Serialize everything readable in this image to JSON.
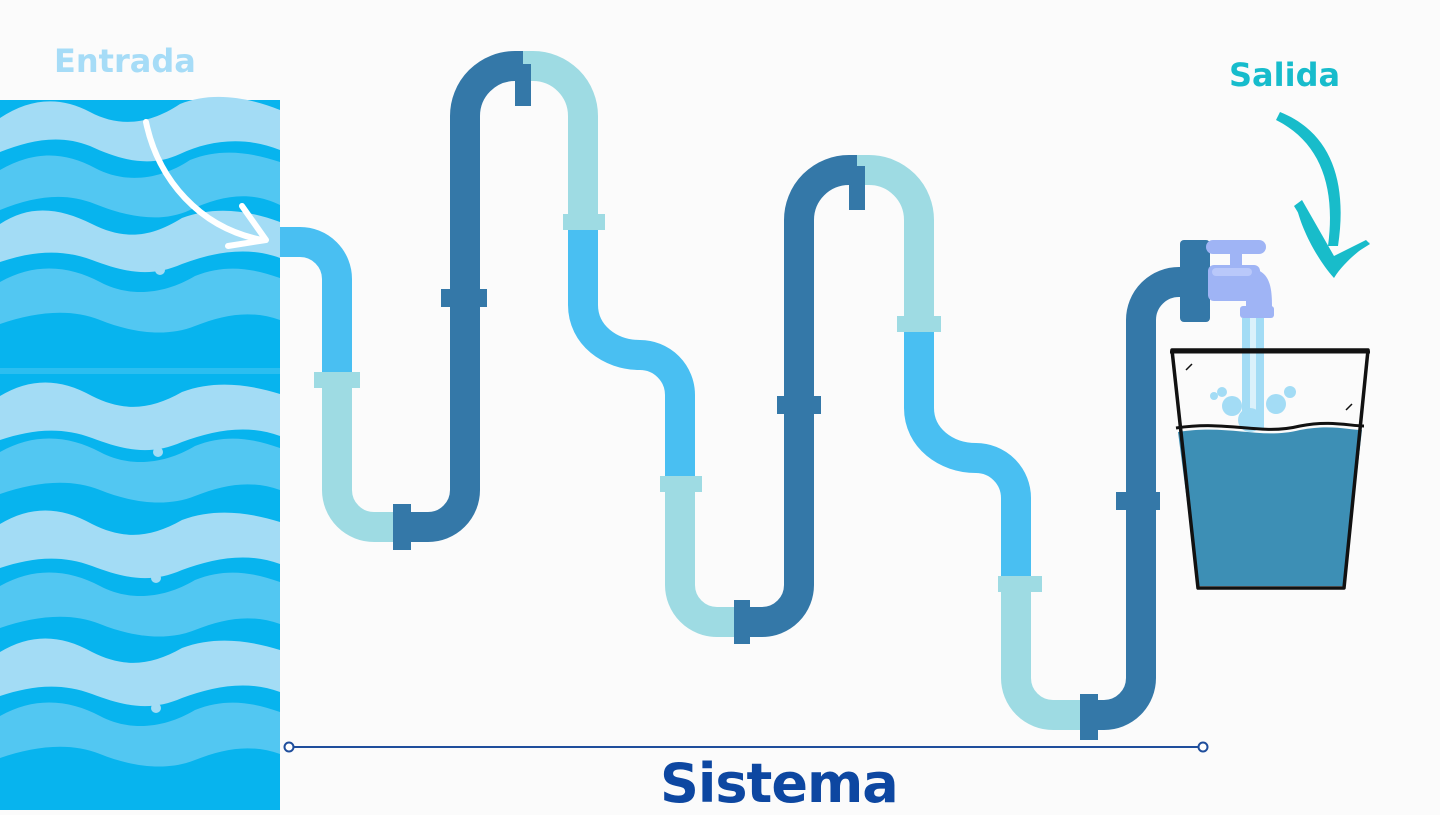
{
  "labels": {
    "input": "Entrada",
    "output": "Salida",
    "system": "Sistema"
  },
  "colors": {
    "background": "#fbfbfb",
    "water_deep": "#07b4ee",
    "water_mid": "#52c7f2",
    "water_light": "#a3dcf5",
    "pipe_dark": "#3478a8",
    "pipe_blue": "#49bff2",
    "pipe_light": "#9edbe3",
    "input_label": "#a6dcf7",
    "output_label": "#17bccc",
    "output_arrow": "#18bcca",
    "system_label": "#0d47a1",
    "system_line": "#1f4e9c",
    "tap": "#9fb4f5",
    "glass_water": "#3d8fb5"
  },
  "icons": {
    "input_arrow": "curved-arrow-icon",
    "output_arrow": "curved-arrow-icon",
    "tap": "faucet-icon",
    "glass": "glass-icon"
  }
}
